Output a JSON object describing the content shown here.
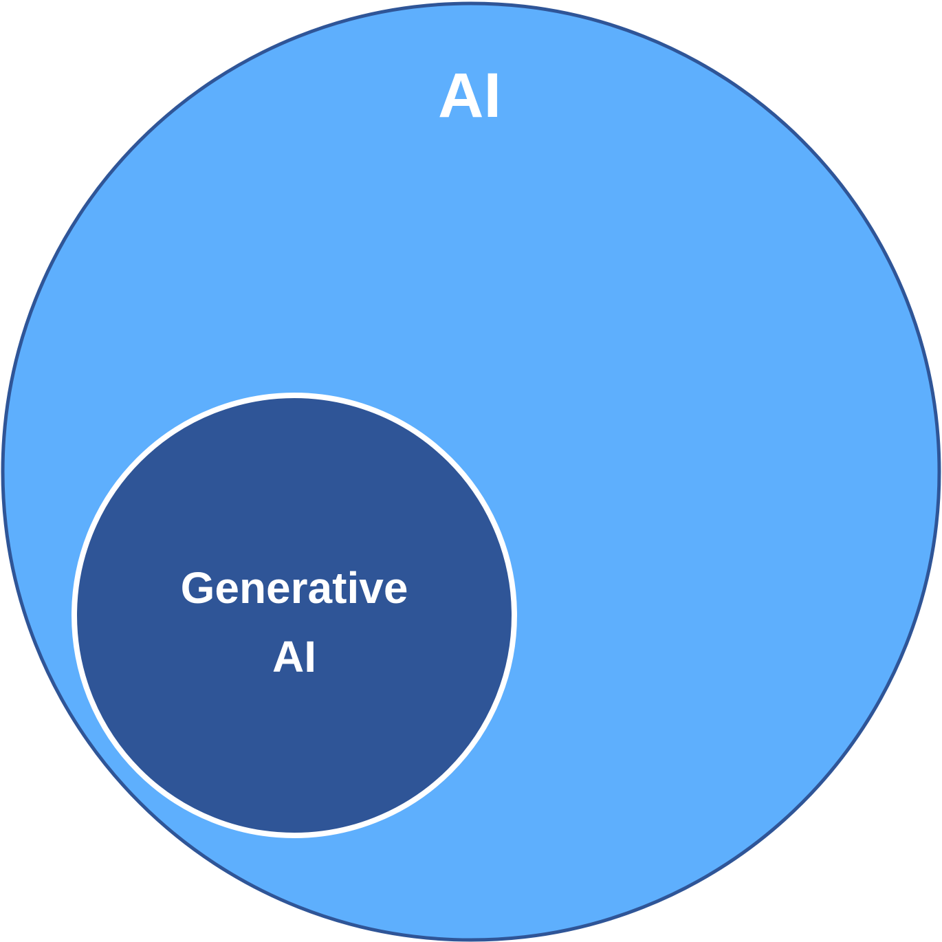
{
  "diagram": {
    "outer": {
      "label": "AI",
      "fill": "#5EAFFD",
      "stroke": "#2F5597"
    },
    "inner": {
      "label_line1": "Generative",
      "label_line2": "AI",
      "fill": "#2F5597",
      "stroke": "#FFFFFF"
    }
  }
}
